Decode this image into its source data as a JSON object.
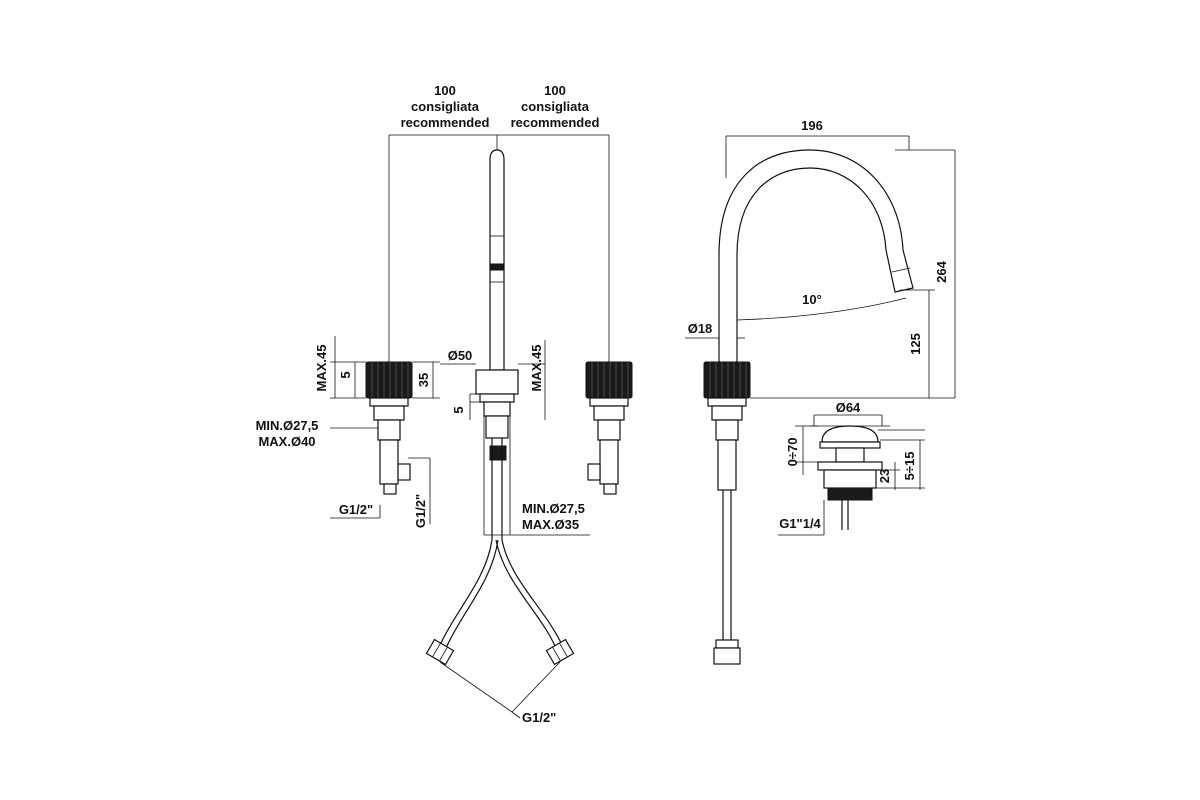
{
  "labels": {
    "dim_100_left": "100",
    "consigliata_left": "consigliata",
    "recommended_left": "recommended",
    "dim_100_right": "100",
    "consigliata_right": "consigliata",
    "recommended_right": "recommended",
    "dim_196": "196",
    "dim_264": "264",
    "dim_125": "125",
    "angle_10": "10°",
    "dia_18": "Ø18",
    "max45_left": "MAX.45",
    "dim_5_left": "5",
    "dim_35": "35",
    "dia_50": "Ø50",
    "max45_mid": "MAX.45",
    "dim_5_mid": "5",
    "min_275_left": "MIN.Ø27,5",
    "max_40": "MAX.Ø40",
    "g12_horiz": "G1/2\"",
    "g12_vert": "G1/2\"",
    "min_275_mid": "MIN.Ø27,5",
    "max_35": "MAX.Ø35",
    "g12_bottom": "G1/2\"",
    "dia_64": "Ø64",
    "range_0_70": "0÷70",
    "dim_23": "23",
    "range_5_15": "5÷15",
    "g1_14": "G1\"1/4"
  }
}
